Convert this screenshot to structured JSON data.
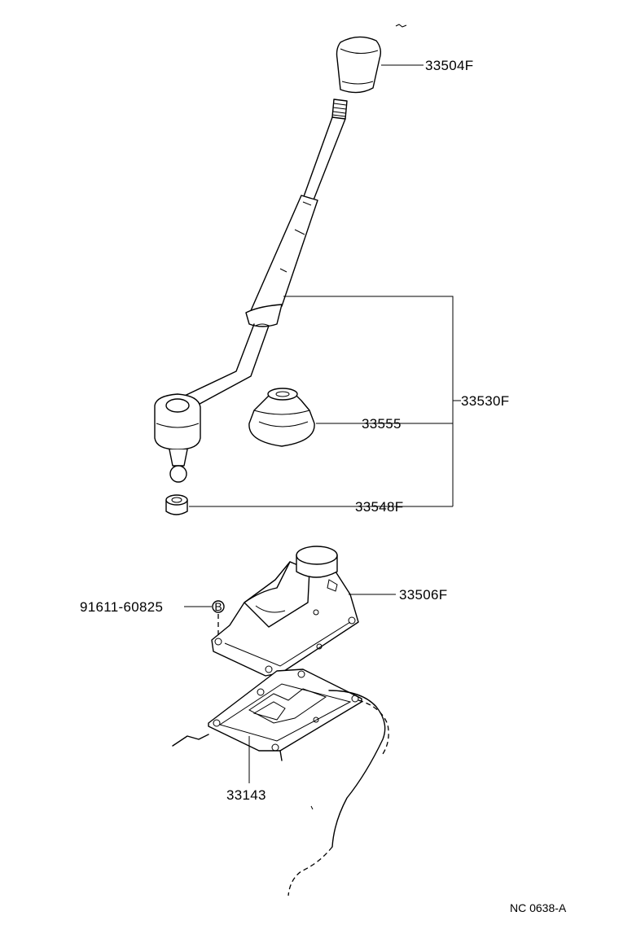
{
  "labels": {
    "knob": "33504F",
    "lever_assy": "33530F",
    "boot": "33555",
    "bushing": "33548F",
    "retainer": "33506F",
    "bolt": "91611-60825",
    "bolt_marker": "B",
    "cover_gasket": "33143"
  },
  "reference_code": "NC 0638-A"
}
